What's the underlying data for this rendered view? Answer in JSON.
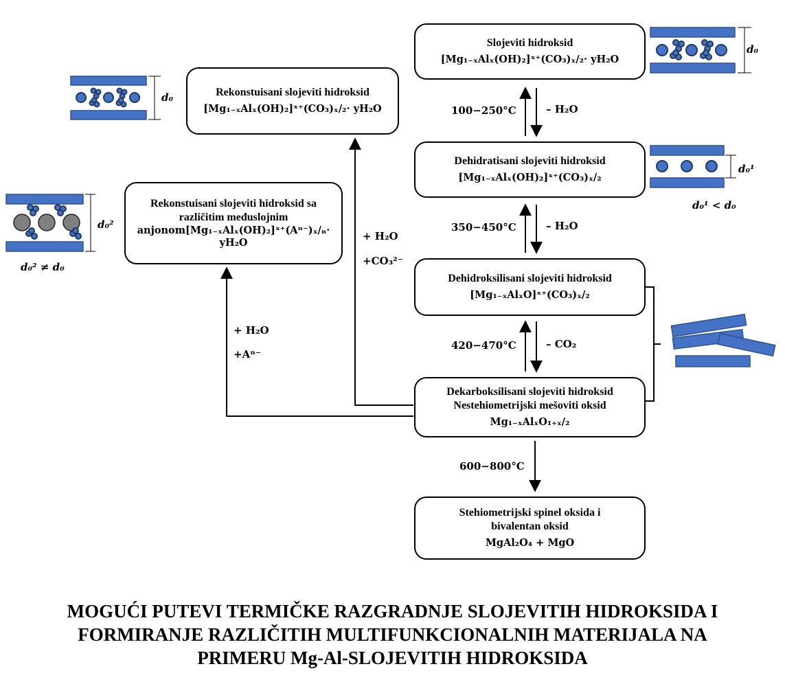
{
  "nodes": {
    "layered": {
      "line1": "Slojeviti hidroksid",
      "formula": "[Mg₁₋ₓAlₓ(OH)₂]ˣ⁺(CO₃)ₓ/₂· yH₂O"
    },
    "dehydrated": {
      "line1": "Dehidratisani  slojeviti  hidroksid",
      "formula": "[Mg₁₋ₓAlₓ(OH)₂]ˣ⁺(CO₃)ₓ/₂"
    },
    "dehydroxylated": {
      "line1": "Dehidroksilisani  slojeviti  hidroksid",
      "formula": "[Mg₁₋ₓAlₓO]ˣ⁺(CO₃)ₓ/₂"
    },
    "decarboxylated": {
      "line1": "Dekarboksilisani  slojeviti  hidroksid",
      "line2": "Nestehiometrijski  mešoviti  oksid",
      "formula": "Mg₁₋ₓAlₓO₁₊ₓ/₂"
    },
    "spinel": {
      "line1": "Stehiometrijski  spinel  oksida  i",
      "line2": "bivalentan  oksid",
      "formula": "MgAl₂O₄  +  MgO"
    },
    "reconstructed": {
      "line1": "Rekonstuisani  slojeviti  hidroksid",
      "formula": "[Mg₁₋ₓAlₓ(OH)₂]ˣ⁺(CO₃)ₓ/₂· yH₂O"
    },
    "reconstructed_anion": {
      "line1": "Rekonstuisani  slojeviti  hidroksid   sa",
      "line2": "različitim  međuslojnim",
      "line3": "anjonom[Mg₁₋ₓAlₓ(OH)₂]ˣ⁺(Aⁿ⁻)ₓ/ₙ·",
      "line4": "yH₂O"
    }
  },
  "conditions": {
    "step1_temp": "100−250°C",
    "step1_loss": "– H₂O",
    "step2_temp": "350−450°C",
    "step2_loss": "– H₂O",
    "step3_temp": "420−470°C",
    "step3_loss": "– CO₂",
    "step4_temp": "600−800°C",
    "rehydrate_water": "+ H₂O",
    "rehydrate_carbonate": "+CO₃²⁻",
    "anion_water": "+ H₂O",
    "anion_exchange": "+Aⁿ⁻"
  },
  "spacing_labels": {
    "d0_original": "d₀",
    "d0_reconstructed": "d₀",
    "d0_dehydrated": "d₀¹",
    "d0_anion": "d₀²",
    "note_dehydrated": "d₀¹ < d₀",
    "note_anion": "d₀² ≠ d₀"
  },
  "caption": {
    "line1": "MOGUĆI PUTEVI TERMIČKE RAZGRADNJE SLOJEVITIH  HIDROKSIDA I",
    "line2": "FORMIRANJE RAZLIČITIH  MULTIFUNKCIONALNIH  MATERIJALA NA",
    "line3": "PRIMERU Mg-Al-SLOJEVITIH HIDROKSIDA"
  },
  "colors": {
    "layer_fill": "#4472c4",
    "layer_stroke": "#2f528f",
    "anion_dark": "#1f3864",
    "large_anion_gray": "#808080"
  }
}
